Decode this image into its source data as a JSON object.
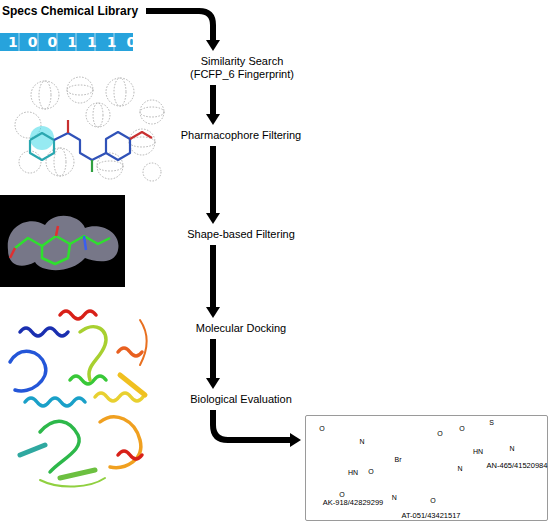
{
  "diagram": {
    "nodes": [
      {
        "text": [
          "Specs Chemical Library"
        ]
      },
      {
        "text": [
          "Similarity Search (FCFP_6 Fingerprint)"
        ]
      },
      {
        "text": [
          "Pharmacophore Filtering"
        ]
      },
      {
        "text": [
          "Shape-based Filtering"
        ]
      },
      {
        "text": [
          "Molecular Docking"
        ]
      },
      {
        "text": [
          "Biological Evaluation"
        ]
      },
      {
        "text": [
          "AK-918/42829299",
          "AN-465/41520984",
          "AT-051/43421517"
        ]
      }
    ],
    "edges": [
      {
        "from": 0,
        "to": 1,
        "arrow": "to"
      },
      {
        "from": 1,
        "to": 2,
        "arrow": "to"
      },
      {
        "from": 2,
        "to": 3,
        "arrow": "to"
      },
      {
        "from": 3,
        "to": 4,
        "arrow": "to"
      },
      {
        "from": 4,
        "to": 5,
        "arrow": "to"
      },
      {
        "from": 5,
        "to": 6,
        "arrow": "to"
      }
    ],
    "labels": [
      "1001110",
      "O",
      "N",
      "Br",
      "O",
      "HN",
      "O",
      "O",
      "O",
      "S",
      "HN",
      "N",
      "N",
      "O",
      "N"
    ]
  }
}
